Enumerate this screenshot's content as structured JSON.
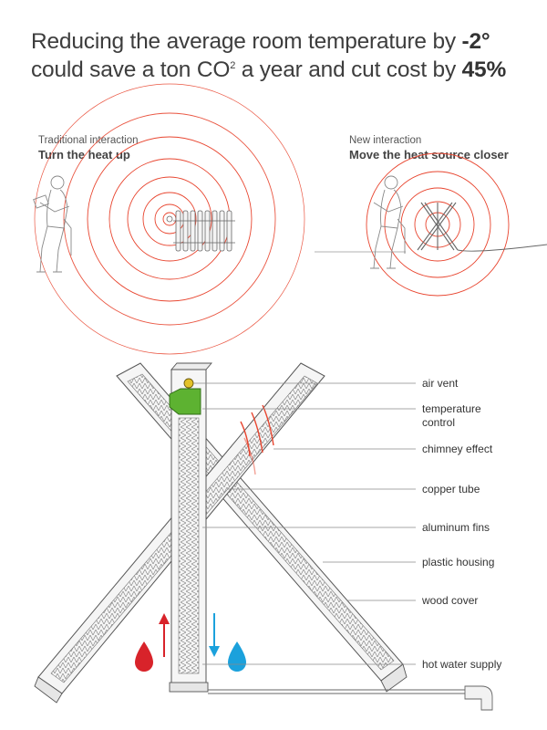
{
  "headline": {
    "line1_prefix": "Reducing the average room temperature by ",
    "line1_value": "-2°",
    "line2_a": "could save a ton CO",
    "line2_sup": "2",
    "line2_b": " a year and cut cost by ",
    "line2_value": "45%"
  },
  "panels": {
    "traditional": {
      "caption": "Traditional interaction",
      "title": "Turn the heat up"
    },
    "new": {
      "caption": "New interaction",
      "title": "Move the heat source closer"
    }
  },
  "callouts": [
    {
      "id": "air-vent",
      "label": "air vent"
    },
    {
      "id": "temperature-control",
      "label": "temperature\ncontrol"
    },
    {
      "id": "chimney-effect",
      "label": "chimney effect"
    },
    {
      "id": "copper-tube",
      "label": "copper tube"
    },
    {
      "id": "aluminum-fins",
      "label": "aluminum fins"
    },
    {
      "id": "plastic-housing",
      "label": "plastic housing"
    },
    {
      "id": "wood-cover",
      "label": "wood cover"
    },
    {
      "id": "hot-water-supply",
      "label": "hot water supply"
    }
  ],
  "colors": {
    "heat_ring": "#e8452f",
    "hot": "#d8232a",
    "cold": "#1ba1dc",
    "control": "#5db231",
    "line": "#777777"
  }
}
